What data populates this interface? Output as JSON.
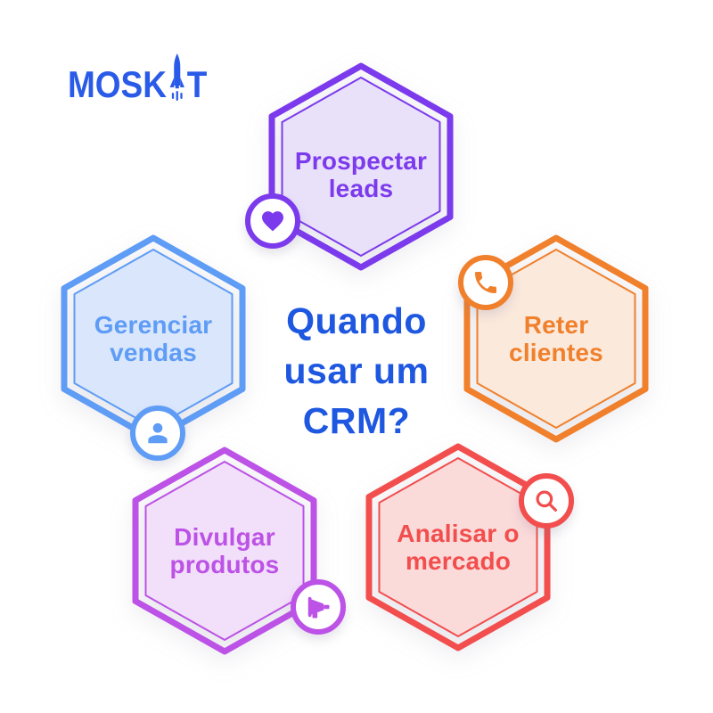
{
  "logo": {
    "name": "Moskit",
    "text_before_rocket": "MOSK",
    "text_after_rocket": "T",
    "rocket_icon": "rocket-icon",
    "color": "#2A5BE8"
  },
  "title": {
    "line1": "Quando",
    "line2": "usar um",
    "line3": "CRM?",
    "color": "#1E57E0"
  },
  "hexagons": [
    {
      "id": "prospectar-leads",
      "position": "top",
      "line1": "Prospectar",
      "line2": "leads",
      "icon": "heart-icon",
      "color": "#7C3AED",
      "fill": "#E9E0FA"
    },
    {
      "id": "gerenciar-vendas",
      "position": "left",
      "line1": "Gerenciar",
      "line2": "vendas",
      "icon": "person-icon",
      "color": "#5E9CF5",
      "fill": "#D9E6FC"
    },
    {
      "id": "reter-clientes",
      "position": "right",
      "line1": "Reter",
      "line2": "clientes",
      "icon": "phone-icon",
      "color": "#F0802C",
      "fill": "#FBE9DC"
    },
    {
      "id": "divulgar-produtos",
      "position": "bottom-left",
      "line1": "Divulgar",
      "line2": "produtos",
      "icon": "megaphone-icon",
      "color": "#BC52E6",
      "fill": "#F2DFF9"
    },
    {
      "id": "analisar-mercado",
      "position": "bottom-right",
      "line1": "Analisar o",
      "line2": "mercado",
      "icon": "magnifier-icon",
      "color": "#F24E4E",
      "fill": "#FBDADA"
    }
  ]
}
